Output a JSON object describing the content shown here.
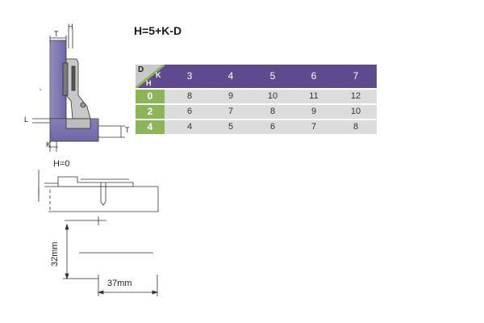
{
  "formula": "H=5+K-D",
  "table": {
    "corner": {
      "d": "D",
      "k": "K",
      "h": "H"
    },
    "columns": [
      "3",
      "4",
      "5",
      "6",
      "7"
    ],
    "rows": [
      {
        "h": "0",
        "values": [
          "8",
          "9",
          "10",
          "11",
          "12"
        ]
      },
      {
        "h": "2",
        "values": [
          "6",
          "7",
          "8",
          "9",
          "10"
        ]
      },
      {
        "h": "4",
        "values": [
          "4",
          "5",
          "6",
          "7",
          "8"
        ]
      }
    ]
  },
  "hinge_labels": {
    "t_top": "T",
    "h_top": "H",
    "l_side": "L",
    "t_right": "T",
    "k_bottom": "K"
  },
  "h_zero_label": "H=0",
  "plate_dims": {
    "height": "32mm",
    "width": "37mm"
  },
  "colors": {
    "header": "#5f4a8f",
    "row_label": "#8cb55a",
    "cells": "#dcdcdc",
    "door": "#6e68a8"
  }
}
